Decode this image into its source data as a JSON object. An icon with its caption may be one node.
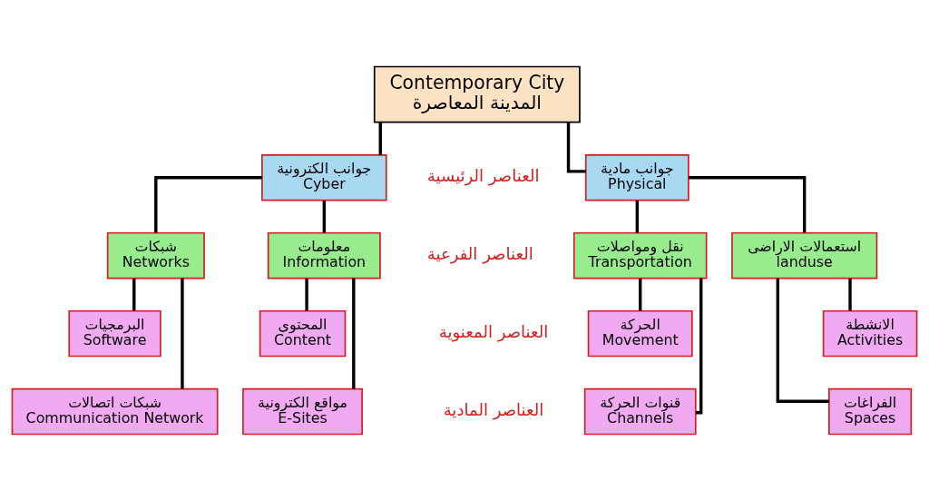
{
  "diagram": {
    "nodes": [
      {
        "text": [
          "Contemporary City",
          "المدينة المعاصرة"
        ]
      },
      {
        "text": [
          "جوانب الكترونية",
          "Cyber"
        ]
      },
      {
        "text": [
          "جوانب مادية",
          "Physical"
        ]
      },
      {
        "text": [
          "شبكات",
          "Networks"
        ]
      },
      {
        "text": [
          "معلومات",
          "Information"
        ]
      },
      {
        "text": [
          "نقل ومواصلات",
          "Transportation"
        ]
      },
      {
        "text": [
          "استعمالات الاراضى",
          "landuse"
        ]
      },
      {
        "text": [
          "البرمجيات",
          "Software"
        ]
      },
      {
        "text": [
          "المحتوى",
          "Content"
        ]
      },
      {
        "text": [
          "الحركة",
          "Movement"
        ]
      },
      {
        "text": [
          "الانشطة",
          "Activities"
        ]
      },
      {
        "text": [
          "شبكات اتصالات",
          "Communication Network"
        ]
      },
      {
        "text": [
          "مواقع الكترونية",
          "E-Sites"
        ]
      },
      {
        "text": [
          "قنوات الحركة",
          "Channels"
        ]
      },
      {
        "text": [
          "الفراغات",
          "Spaces"
        ]
      }
    ],
    "edges": [
      {
        "from": 0,
        "to": 1,
        "arrow": "none"
      },
      {
        "from": 0,
        "to": 2,
        "arrow": "none"
      },
      {
        "from": 1,
        "to": 3,
        "arrow": "none"
      },
      {
        "from": 1,
        "to": 4,
        "arrow": "none"
      },
      {
        "from": 2,
        "to": 5,
        "arrow": "none"
      },
      {
        "from": 2,
        "to": 6,
        "arrow": "none"
      },
      {
        "from": 3,
        "to": 7,
        "arrow": "none"
      },
      {
        "from": 3,
        "to": 11,
        "arrow": "none"
      },
      {
        "from": 4,
        "to": 8,
        "arrow": "none"
      },
      {
        "from": 4,
        "to": 12,
        "arrow": "none"
      },
      {
        "from": 5,
        "to": 9,
        "arrow": "none"
      },
      {
        "from": 5,
        "to": 13,
        "arrow": "none"
      },
      {
        "from": 6,
        "to": 10,
        "arrow": "none"
      },
      {
        "from": 6,
        "to": 14,
        "arrow": "none"
      }
    ],
    "labels": [
      "العناصر الرئيسية",
      "العناصر الفرعية",
      "العناصر المعنوية",
      "العناصر المادية"
    ]
  }
}
